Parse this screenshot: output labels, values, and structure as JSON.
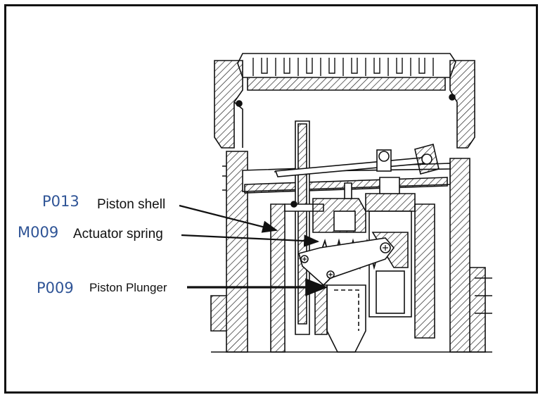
{
  "callouts": [
    {
      "code": "P013",
      "label": "Piston shell"
    },
    {
      "code": "M009",
      "label": "Actuator spring"
    },
    {
      "code": "P009",
      "label": "Piston Plunger"
    }
  ],
  "colors": {
    "code": "#2f5496",
    "line": "#111111"
  }
}
